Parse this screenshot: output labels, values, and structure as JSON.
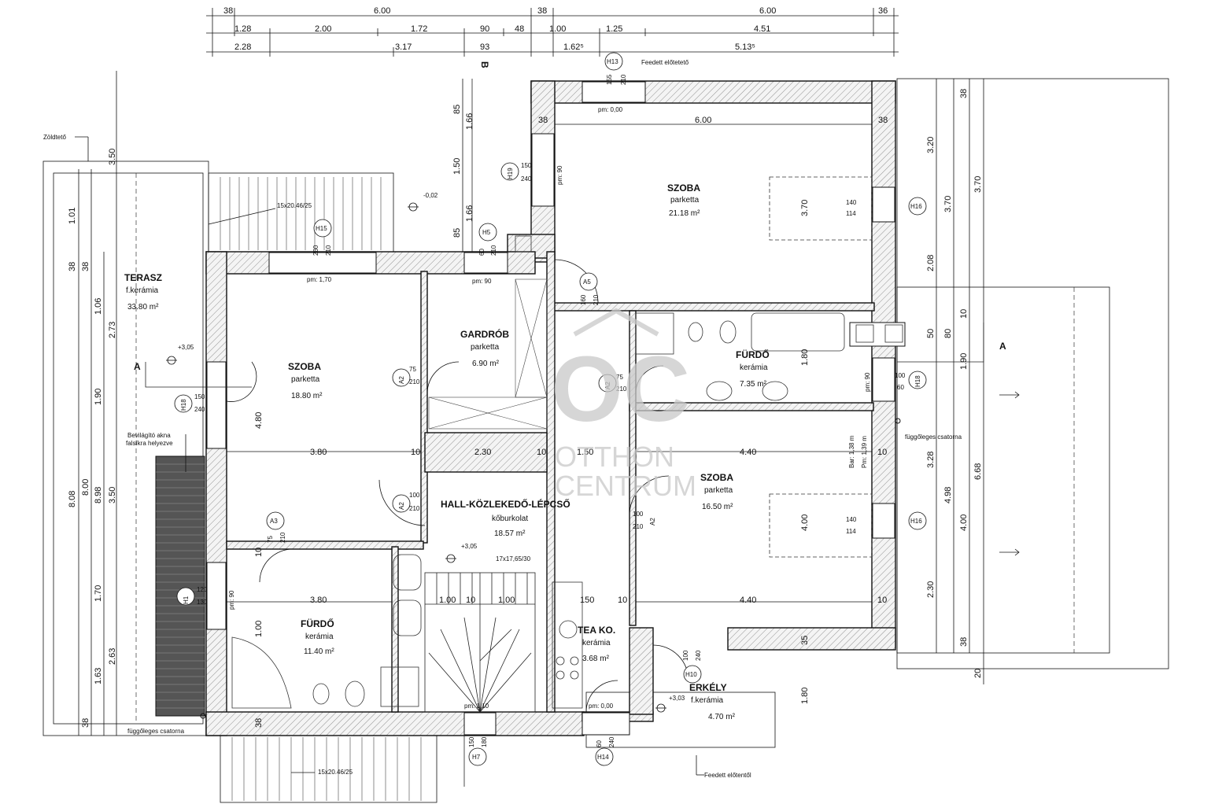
{
  "title_marks": {
    "section_b": "B",
    "section_a": "A"
  },
  "dims": {
    "top1": [
      "38",
      "6.00",
      "38",
      "6.00",
      "36"
    ],
    "top2": [
      "1.28",
      "2.00",
      "1.72",
      "90",
      "48",
      "1.00",
      "1.25",
      "4.51"
    ],
    "top3": [
      "2.28",
      "3.17",
      "93",
      "1.62⁵",
      "5.13⁵"
    ],
    "left": [
      "3.50",
      "1.01",
      "38",
      "1.06",
      "2.73",
      "1.90",
      "8.08",
      "8.00",
      "8.98",
      "3.50",
      "1.70",
      "1.63",
      "2.63",
      "38",
      "38"
    ],
    "right": [
      "3.20",
      "3.70",
      "38",
      "2.08",
      "50",
      "80",
      "10",
      "1.90",
      "3.28",
      "4.98",
      "6.68",
      "4.00",
      "2.30",
      "38",
      "20",
      "3.70"
    ],
    "inner": [
      "6.00",
      "38",
      "38",
      "3.80",
      "10",
      "2.30",
      "10",
      "1.50",
      "4.40",
      "10",
      "3.80",
      "1.00",
      "10",
      "1.00",
      "150",
      "10",
      "4.40",
      "10",
      "4.80",
      "4.00",
      "1.80",
      "35",
      "1.80",
      "3.70",
      "85",
      "1.66",
      "1.50",
      "1.66",
      "85",
      "10",
      "1.00",
      "38"
    ]
  },
  "rooms": [
    {
      "name": "SZOBA",
      "floor": "parketta",
      "area": "21.18 m²"
    },
    {
      "name": "TERASZ",
      "floor": "f.kerámia",
      "area": "33.80 m²"
    },
    {
      "name": "SZOBA",
      "floor": "parketta",
      "area": "18.80 m²"
    },
    {
      "name": "GARDRÓB",
      "floor": "parketta",
      "area": "6.90 m²"
    },
    {
      "name": "FÜRDŐ",
      "floor": "kerámia",
      "area": "7.35 m²"
    },
    {
      "name": "SZOBA",
      "floor": "parketta",
      "area": "16.50 m²"
    },
    {
      "name": "HALL-KÖZLEKEDŐ-LÉPCSŐ",
      "floor": "kőburkolat",
      "area": "18.57 m²"
    },
    {
      "name": "FÜRDŐ",
      "floor": "kerámia",
      "area": "11.40 m²"
    },
    {
      "name": "TEA KO.",
      "floor": "kerámia",
      "area": "3.68 m²"
    },
    {
      "name": "ERKÉLY",
      "floor": "f.kerámia",
      "area": "4.70 m²"
    }
  ],
  "openings": {
    "h13": "H13",
    "h13a": "155",
    "h13b": "210",
    "pm000a": "pm: 0,00",
    "h19": "H19",
    "h19a": "150",
    "h19b": "240",
    "pm090a": "pm: 90",
    "h15": "H15",
    "h15a": "260",
    "h15b": "210",
    "pm170": "pm: 1,70",
    "h5": "H5",
    "h5a": "60",
    "h5b": "210",
    "pm090b": "pm: 90",
    "h16a": "H16",
    "h16a1": "140",
    "h16a2": "114",
    "h16b": "H16",
    "h16b1": "140",
    "h16b2": "114",
    "h18a": "H18",
    "h18a1": "150",
    "h18a2": "240",
    "h18b": "H18",
    "h18b1": "100",
    "h18b2": "60",
    "pm090c": "pm: 90",
    "a5": "A5",
    "a5a": "160",
    "a5b": "210",
    "a2a": "A2",
    "a2a1": "75",
    "a2a2": "210",
    "a2b": "A2",
    "a2b1": "75",
    "a2b2": "210",
    "a2c": "A2",
    "a2c1": "100",
    "a2c2": "210",
    "a2d": "A2",
    "a2d1": "100",
    "a2d2": "210",
    "a3": "A3",
    "a3a": "75",
    "a3b": "210",
    "h1": "H1",
    "h1a": "120",
    "h1b": "130",
    "pm090d": "pm: 90",
    "h7": "H7",
    "h7a": "150",
    "h7b": "180",
    "pm110": "pm: 1,10",
    "h14": "H14",
    "h14a": "60",
    "h14b": "240",
    "pm000b": "pm: 0,00",
    "h10": "H10",
    "h10a": "100",
    "h10b": "240",
    "bar": "Bar: 1,38 m",
    "pm138": "Pm: 1,39 m"
  },
  "notes": {
    "zoldteto": "Zöldtető",
    "feedett1": "Feedett előtetető",
    "feedett2": "Feedett előtentől",
    "stair_top": "15x20.46/25",
    "stair_bottom": "15x20.46/25",
    "stair_main": "17x17,65/30",
    "lvl1": "-0,02",
    "lvl2": "+3,05",
    "lvl3": "+3,05",
    "lvl4": "+3,03",
    "aknal1": "Bevilágító akna",
    "aknal2": "falsíkra helyezve",
    "csatorna1": "függőleges csatorna",
    "csatorna2": "függőleges csatorna"
  },
  "watermark": {
    "logo": "OC",
    "line1": "OTTHON",
    "line2": "CENTRUM"
  }
}
